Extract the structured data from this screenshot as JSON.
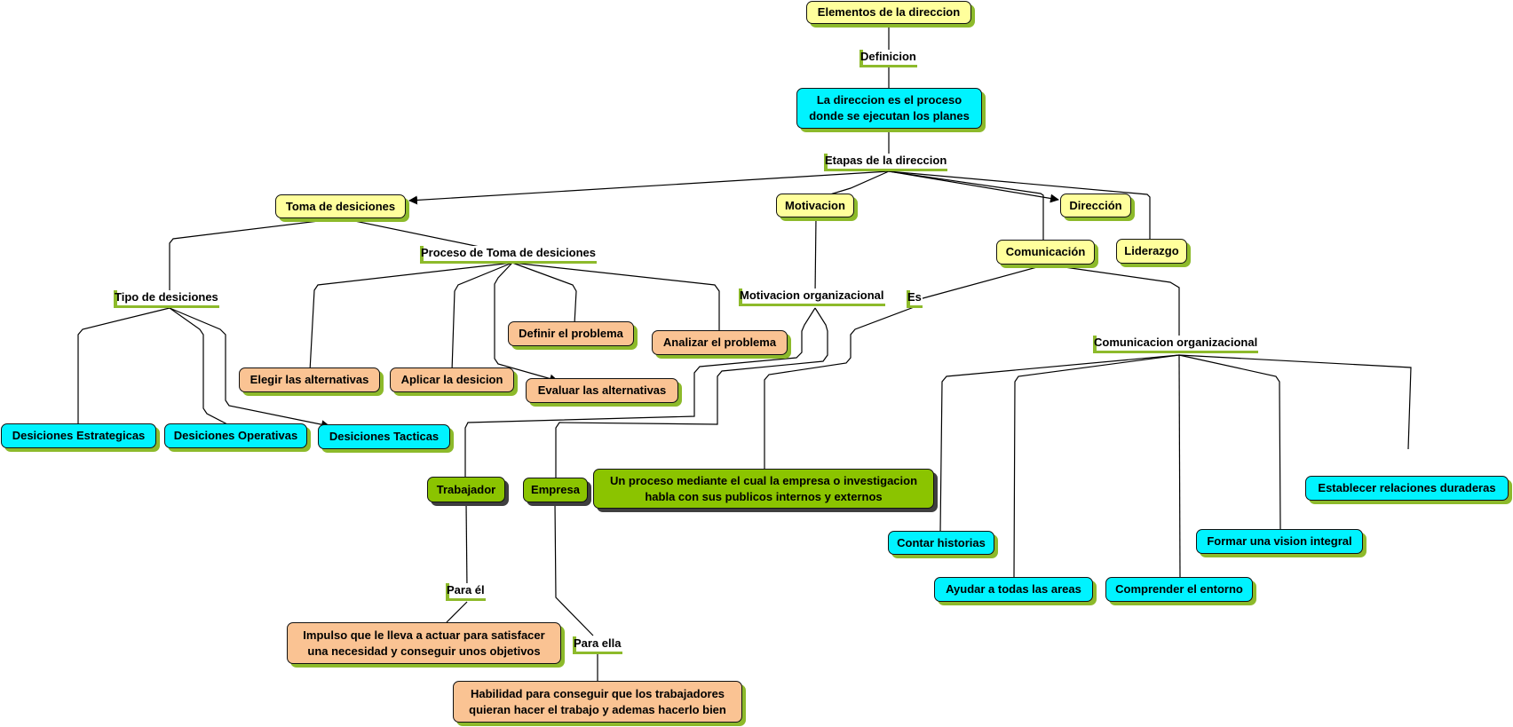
{
  "concept_map": {
    "nodes": {
      "elementos": "Elementos de la direccion",
      "direccion_def": "La direccion es el proceso\ndonde se ejecutan los planes",
      "toma": "Toma de desiciones",
      "motivacion": "Motivacion",
      "direccion": "Dirección",
      "comunicacion": "Comunicación",
      "liderazgo": "Liderazgo",
      "definir": "Definir el problema",
      "analizar": "Analizar el problema",
      "elegir": "Elegir las alternativas",
      "aplicar": "Aplicar la desicion",
      "evaluar": "Evaluar las alternativas",
      "estrategicas": "Desiciones Estrategicas",
      "operativas": "Desiciones Operativas",
      "tacticas": "Desiciones Tacticas",
      "trabajador": "Trabajador",
      "empresa": "Empresa",
      "proceso_comunicacion": "Un proceso mediante el cual la empresa o investigacion\nhabla con sus publicos internos y externos",
      "relaciones": "Establecer relaciones duraderas",
      "historias": "Contar historias",
      "vision": "Formar una vision integral",
      "areas": "Ayudar a todas las areas",
      "entorno": "Comprender el entorno",
      "impulso": "Impulso que le lleva a actuar para satisfacer\nuna necesidad y conseguir unos objetivos",
      "habilidad": "Habilidad para conseguir que los trabajadores\nquieran hacer el trabajo y ademas hacerlo bien"
    },
    "linking_phrases": {
      "definicion": "Definicion",
      "etapas": "Etapas de la direccion",
      "proceso_toma": "Proceso de Toma de desiciones",
      "tipo": "Tipo de desiciones",
      "motivacion_org": "Motivacion organizacional",
      "es": "Es",
      "comunicacion_org": "Comunicacion organizacional",
      "para_el": "Para él",
      "para_ella": "Para ella"
    }
  },
  "colors": {
    "concept_yellow": "#ffff9c",
    "concept_cyan": "#00f3ff",
    "concept_orange": "#fac393",
    "concept_green": "#8bc400",
    "shadow_green": "#8dba2b",
    "line": "#000000"
  }
}
